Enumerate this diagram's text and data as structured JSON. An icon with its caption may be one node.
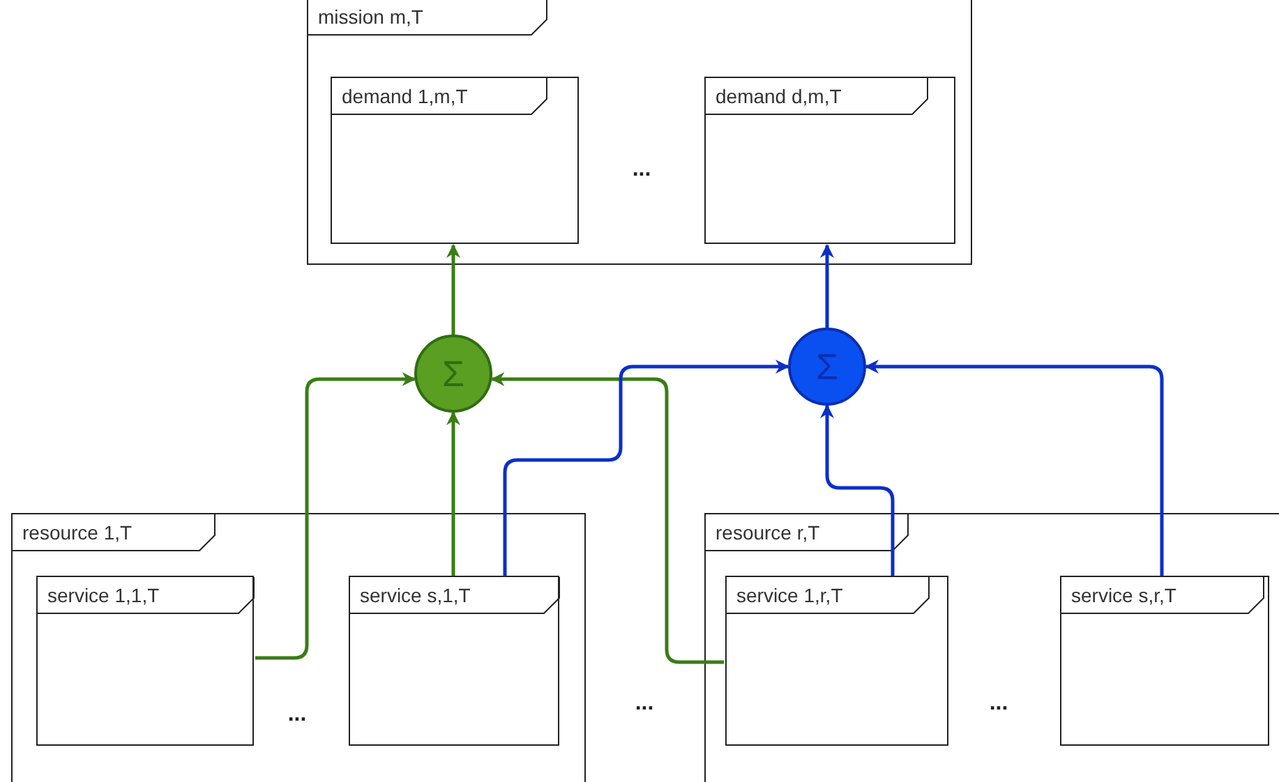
{
  "diagram": {
    "nodes": [
      {
        "text": [
          "mission m,T"
        ]
      },
      {
        "text": [
          "demand 1,m,T"
        ],
        "in": 0
      },
      {
        "text": [
          "demand d,m,T"
        ],
        "in": 0
      },
      {
        "text": [
          "Σ"
        ]
      },
      {
        "text": [
          "Σ"
        ]
      },
      {
        "text": [
          "resource 1,T"
        ]
      },
      {
        "text": [
          "service 1,1,T"
        ],
        "in": 5
      },
      {
        "text": [
          "service s,1,T"
        ],
        "in": 5
      },
      {
        "text": [
          "resource r,T"
        ]
      },
      {
        "text": [
          "service 1,r,T"
        ],
        "in": 8
      },
      {
        "text": [
          "service s,r,T"
        ],
        "in": 8
      }
    ],
    "edges": [
      {
        "from": 3,
        "to": 1,
        "arrow": "to",
        "color": "#3a7d14"
      },
      {
        "from": 4,
        "to": 2,
        "arrow": "to",
        "color": "#0b2fc9"
      },
      {
        "from": 6,
        "to": 3,
        "arrow": "to",
        "color": "#3a7d14"
      },
      {
        "from": 7,
        "to": 3,
        "arrow": "to",
        "color": "#3a7d14"
      },
      {
        "from": 9,
        "to": 3,
        "arrow": "to",
        "color": "#3a7d14"
      },
      {
        "from": 7,
        "to": 4,
        "arrow": "to",
        "color": "#0b2fc9"
      },
      {
        "from": 9,
        "to": 4,
        "arrow": "to",
        "color": "#0b2fc9"
      },
      {
        "from": 10,
        "to": 4,
        "arrow": "to",
        "color": "#0b2fc9"
      }
    ],
    "labels": [
      "...",
      "...",
      "...",
      "..."
    ]
  }
}
